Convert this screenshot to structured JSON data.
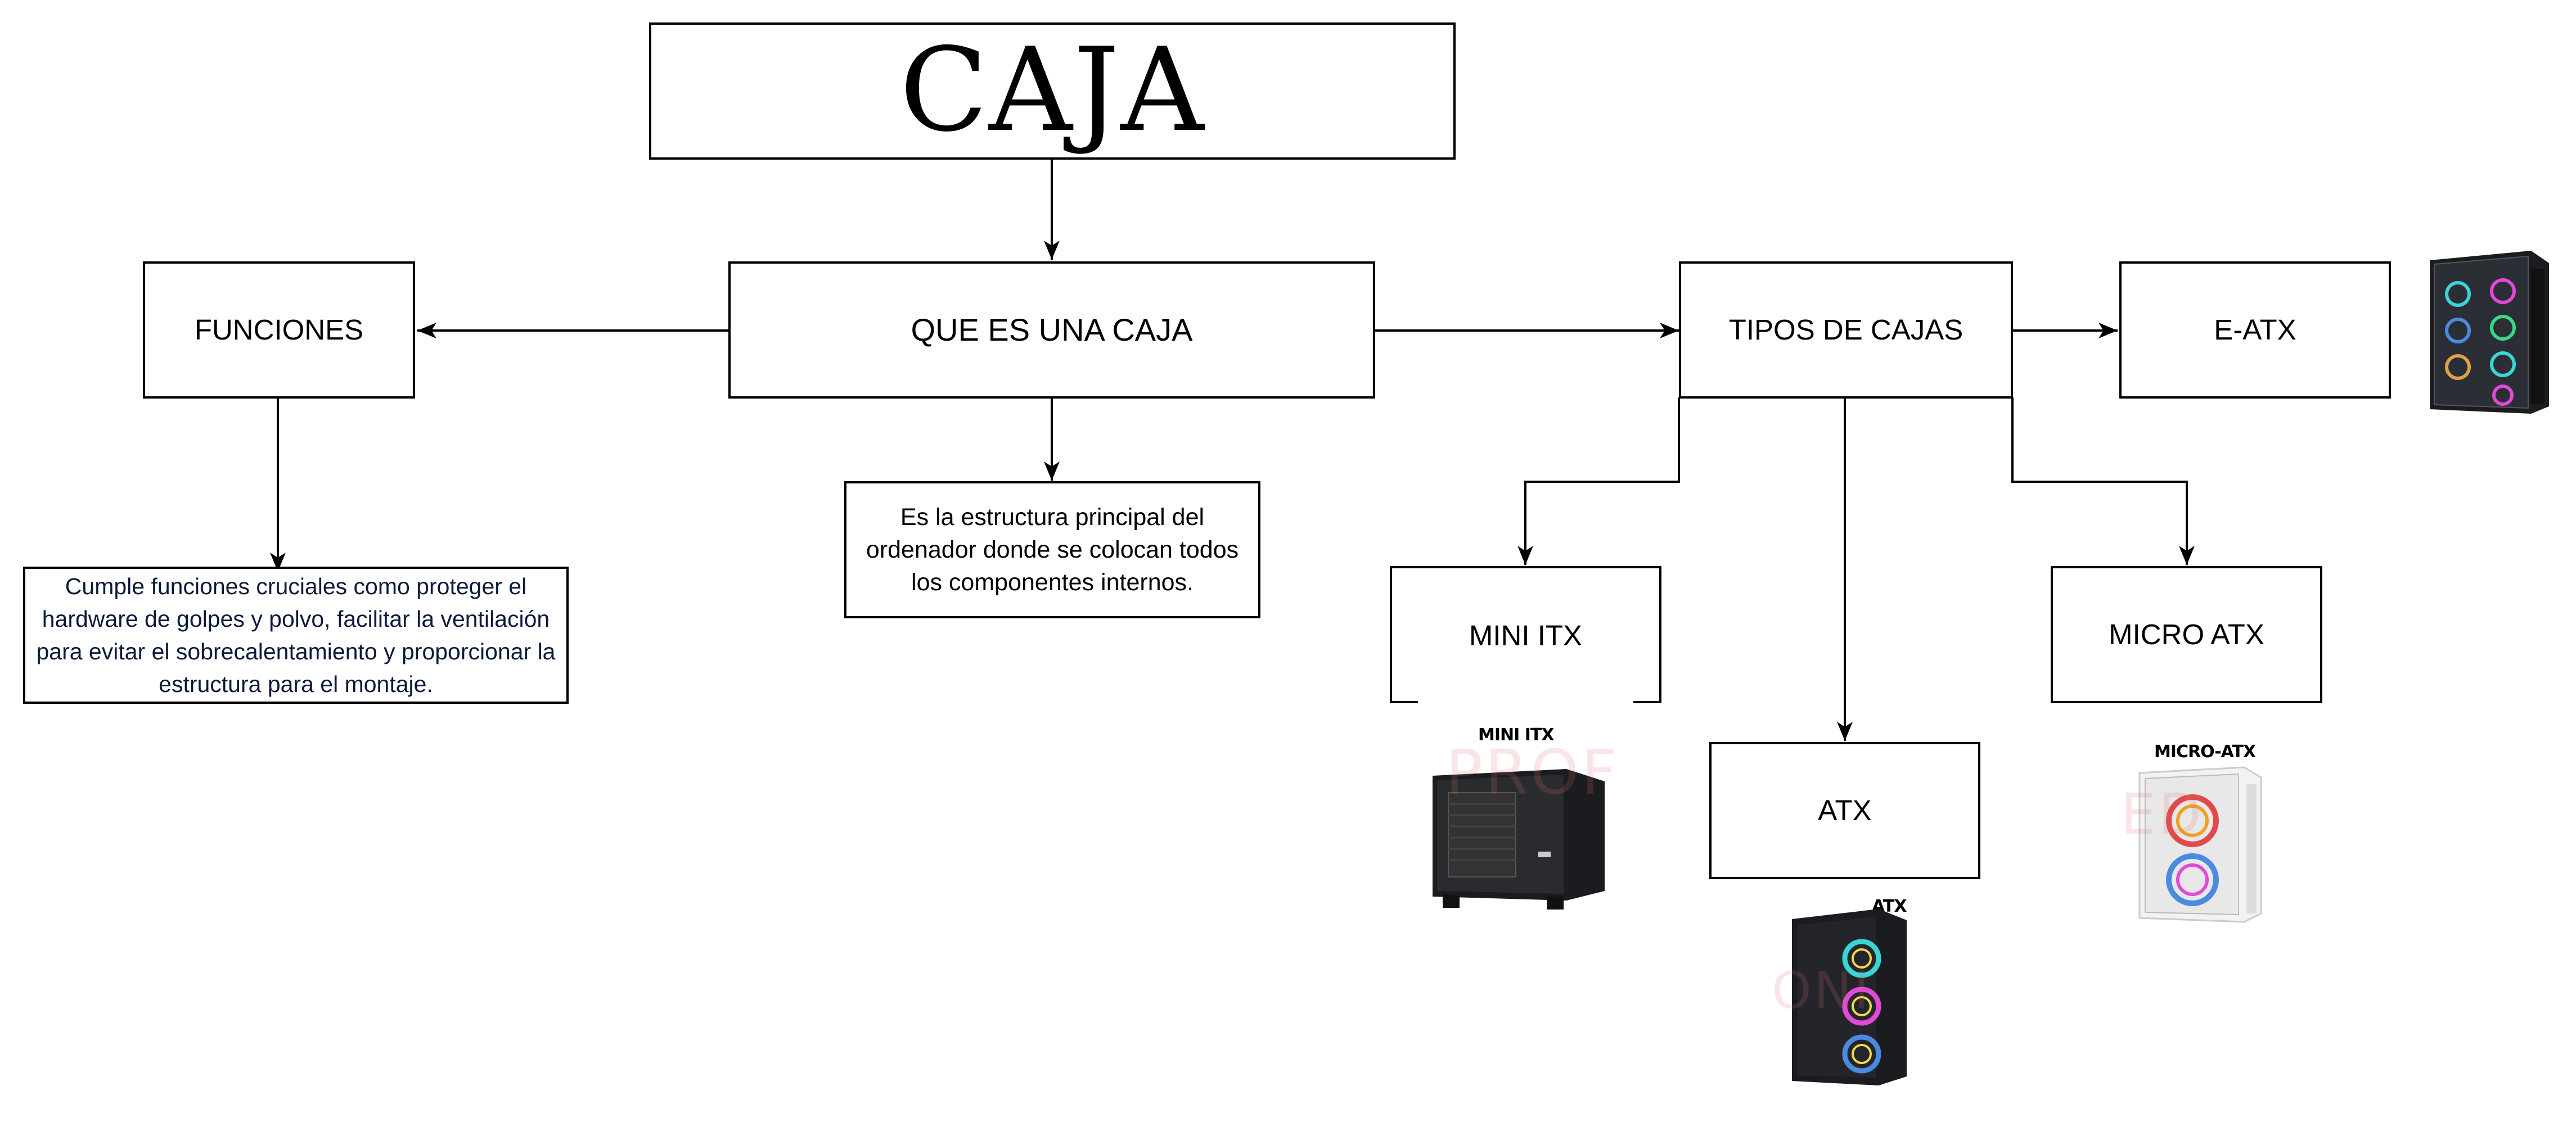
{
  "diagram": {
    "title": "CAJA",
    "nodes": {
      "que_es": "QUE ES UNA CAJA",
      "funciones": "FUNCIONES",
      "tipos": "TIPOS DE CAJAS",
      "e_atx": "E-ATX",
      "mini_itx": "MINI ITX",
      "atx": "ATX",
      "micro_atx": "MICRO ATX"
    },
    "descriptions": {
      "que_es": "Es la estructura principal del ordenador donde se colocan todos los componentes internos.",
      "funciones": "Cumple funciones cruciales como proteger el hardware de golpes y polvo, facilitar la ventilación para evitar el sobrecalentamiento y proporcionar la estructura para el montaje."
    },
    "image_labels": {
      "mini_itx": "MINI ITX",
      "atx": "ATX",
      "micro_atx": "MICRO-ATX"
    }
  },
  "colors": {
    "stroke": "#000000",
    "funciones_text": "#0b1a3a",
    "case_body": "#1b1c1f",
    "case_white": "#f2f2f2"
  },
  "icons": [
    "e-atx-case-icon",
    "mini-itx-case-icon",
    "atx-case-icon",
    "micro-atx-case-icon"
  ]
}
